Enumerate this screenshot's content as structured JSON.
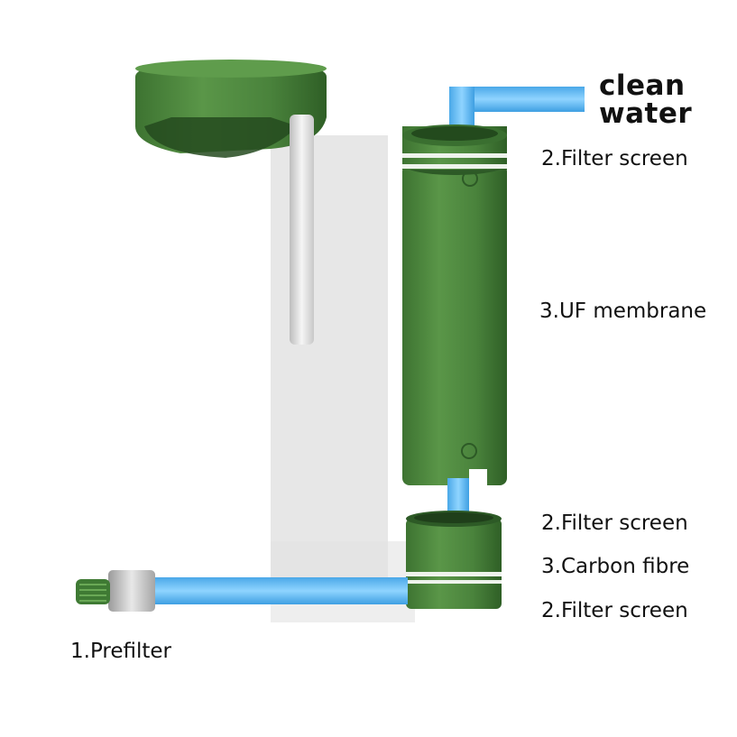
{
  "labels": {
    "clean_water_line1": "clean",
    "clean_water_line2": "water",
    "filter_screen_top": "2.Filter screen",
    "uf_membrane": "3.UF membrane",
    "filter_screen_mid": "2.Filter screen",
    "carbon_fibre": "3.Carbon fibre",
    "filter_screen_bottom": "2.Filter screen",
    "prefilter": "1.Prefilter"
  },
  "colors": {
    "filter_body": "#4f8a3f",
    "filter_dark": "#2f5f2a",
    "water": "#5ab8f0",
    "straw": "#e4e4e4",
    "shadow": "#d9d9d9"
  }
}
